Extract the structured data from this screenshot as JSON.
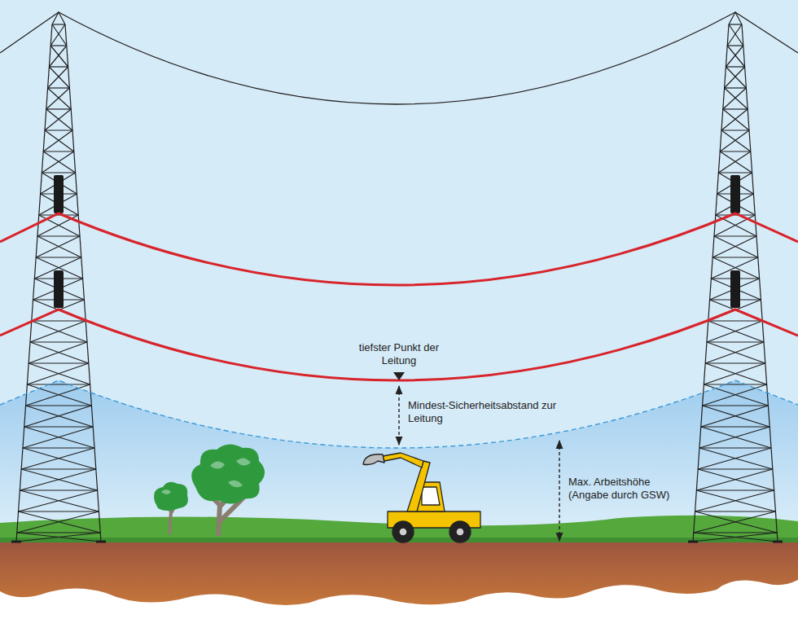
{
  "diagram": {
    "labels": [
      "tiefster Punkt der Leitung",
      "Mindest-Sicherheitsabstand zur Leitung",
      "Max. Arbeitshöhe (Angabe durch GSW)"
    ]
  }
}
